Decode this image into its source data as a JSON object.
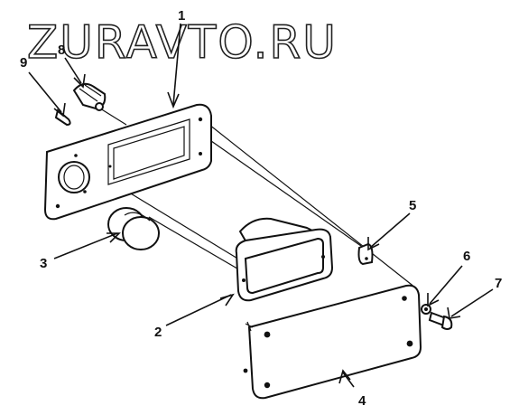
{
  "watermark": {
    "text": "ZURAVTO.RU"
  },
  "callouts": [
    {
      "id": "1",
      "label": "1"
    },
    {
      "id": "2",
      "label": "2"
    },
    {
      "id": "3",
      "label": "3"
    },
    {
      "id": "4",
      "label": "4"
    },
    {
      "id": "5",
      "label": "5"
    },
    {
      "id": "6",
      "label": "6"
    },
    {
      "id": "7",
      "label": "7"
    },
    {
      "id": "8",
      "label": "8"
    },
    {
      "id": "9",
      "label": "9"
    }
  ]
}
